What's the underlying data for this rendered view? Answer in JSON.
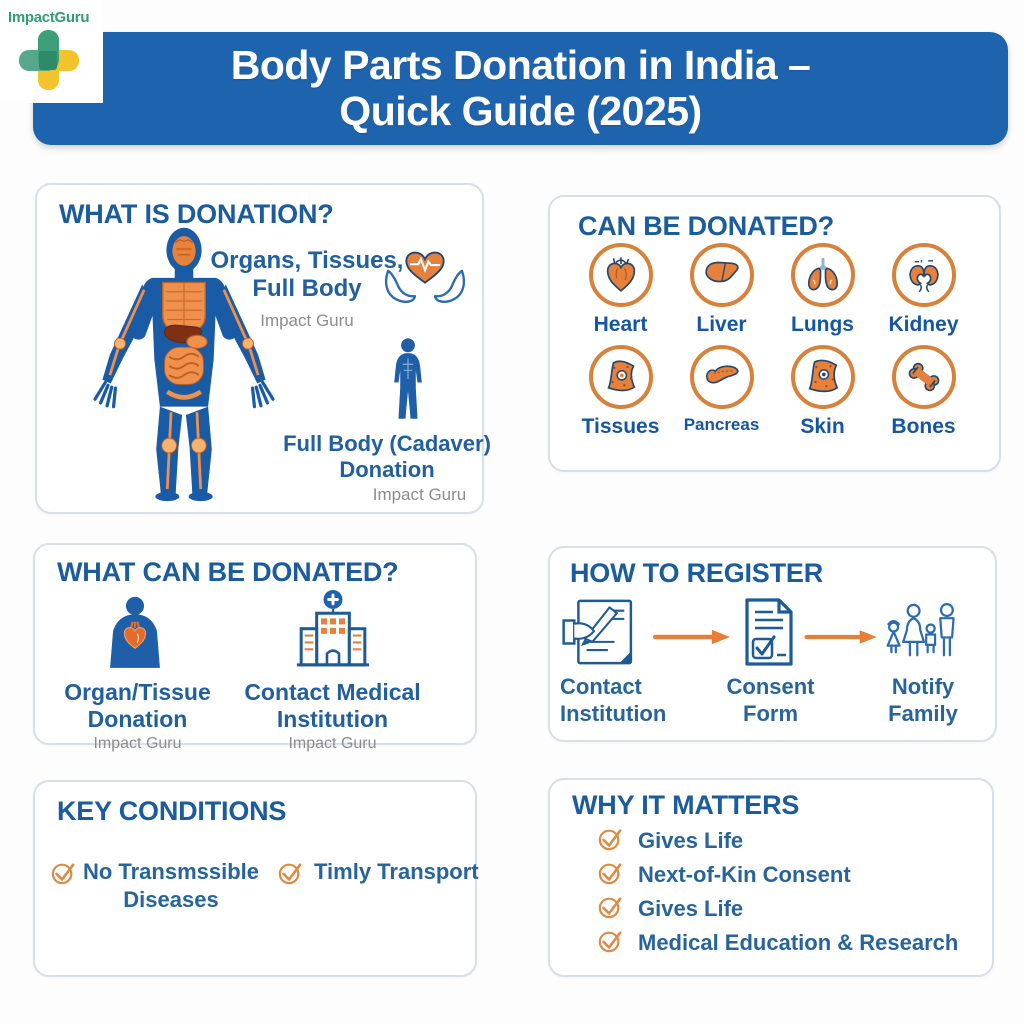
{
  "brand": {
    "name": "ImpactGuru"
  },
  "header": {
    "title_line1": "Body Parts Donation in India –",
    "title_line2": "Quick Guide (2025)"
  },
  "panel_what_is": {
    "title": "WHAT IS DONATION?",
    "organs_line1": "Organs, Tissues,",
    "organs_line2": "Full Body",
    "watermark1": "Impact Guru",
    "cadaver_line1": "Full Body (Cadaver)",
    "cadaver_line2": "Donation",
    "watermark2": "Impact Guru"
  },
  "panel_can_be_donated": {
    "title": "CAN BE DONATED?",
    "organs": [
      "Heart",
      "Liver",
      "Lungs",
      "Kidney",
      "Tissues",
      "Pancreas",
      "Skin",
      "Bones"
    ]
  },
  "panel_what_can": {
    "title": "WHAT CAN BE DONATED?",
    "col1_line1": "Organ/Tissue",
    "col1_line2": "Donation",
    "col1_watermark": "Impact Guru",
    "col2_line1": "Contact Medical",
    "col2_line2": "Institution",
    "col2_watermark": "Impact Guru"
  },
  "panel_how_to_register": {
    "title": "HOW TO REGISTER",
    "step1_line1": "Contact",
    "step1_line2": "Institution",
    "step2": "Consent Form",
    "step3": "Notify Family"
  },
  "panel_key_conditions": {
    "title": "KEY CONDITIONS",
    "item1_line1": "No Transmssible",
    "item1_line2": "Diseases",
    "item2": "Timly Transport"
  },
  "panel_why_it_matters": {
    "title": "WHY IT MATTERS",
    "items": [
      "Gives Life",
      "Next-of-Kin Consent",
      "Gives Life",
      "Medical Education & Research"
    ]
  },
  "colors": {
    "banner_blue": "#1e63ae",
    "heading_blue": "#1a5c9e",
    "text_blue": "#215f9f",
    "orange": "#e5813a",
    "check_orange": "#dd8b45",
    "brand_green": "#2f9e74",
    "brand_yellow": "#f2c32b",
    "watermark_gray": "#8c8c8c"
  }
}
